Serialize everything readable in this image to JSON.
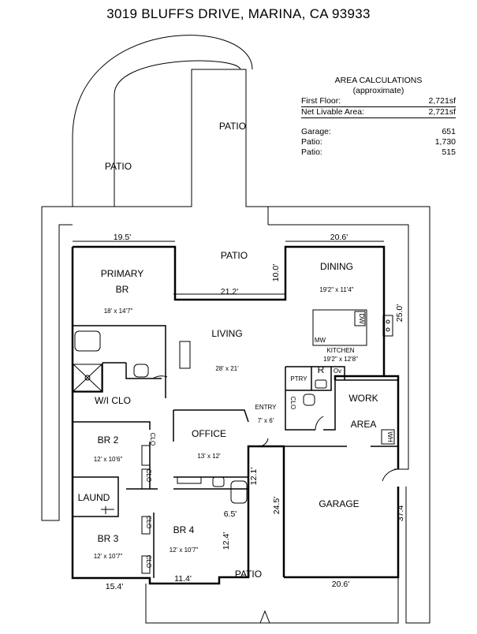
{
  "title": "3019 BLUFFS DRIVE, MARINA, CA  93933",
  "area": {
    "heading": "AREA CALCULATIONS",
    "subheading": "(approximate)",
    "rows": [
      {
        "label": "First Floor:",
        "value": "2,721sf"
      },
      {
        "label": "Net Livable Area:",
        "value": "2,721sf"
      },
      {
        "label": "Garage:",
        "value": "651"
      },
      {
        "label": "Patio:",
        "value": "1,730"
      },
      {
        "label": "Patio:",
        "value": "515"
      }
    ]
  },
  "rooms": {
    "patio_north_left": "PATIO",
    "patio_north_right": "PATIO",
    "patio_center": "PATIO",
    "patio_south": "PATIO",
    "primary_1": "PRIMARY",
    "primary_2": "BR",
    "primary_size": "18' x 14'7\"",
    "dining": "DINING",
    "dining_size": "19'2\" x 11'4\"",
    "living": "LIVING",
    "living_size": "28' x 21'",
    "kitchen": "KITCHEN",
    "kitchen_size": "19'2\" x 12'8\"",
    "wic": "W/I CLO",
    "ptry": "PTRY",
    "entry": "ENTRY",
    "entry_size": "7' x 6'",
    "work_1": "WORK",
    "work_2": "AREA",
    "br2": "BR 2",
    "br2_size": "12' x 10'6\"",
    "office": "OFFICE",
    "office_size": "13' x 12'",
    "laund": "LAUND",
    "garage": "GARAGE",
    "br3": "BR 3",
    "br3_size": "12' x 10'7\"",
    "br4": "BR 4",
    "br4_size": "12' x 10'7\""
  },
  "dimensions": {
    "d_195": "19.5'",
    "d_206_top": "20.6'",
    "d_100": "10.0'",
    "d_212": "21.2'",
    "d_250": "25.0'",
    "d_121": "12.1'",
    "d_65": "6.5'",
    "d_245": "24.5'",
    "d_374": "37.4'",
    "d_124": "12.4'",
    "d_154": "15.4'",
    "d_114": "11.4'",
    "d_206_bottom": "20.6'"
  },
  "fixtures": {
    "clo": "CLO",
    "r": "R",
    "ov": "Ov",
    "dw": "DW",
    "mw": "MW",
    "wh": "WH"
  }
}
